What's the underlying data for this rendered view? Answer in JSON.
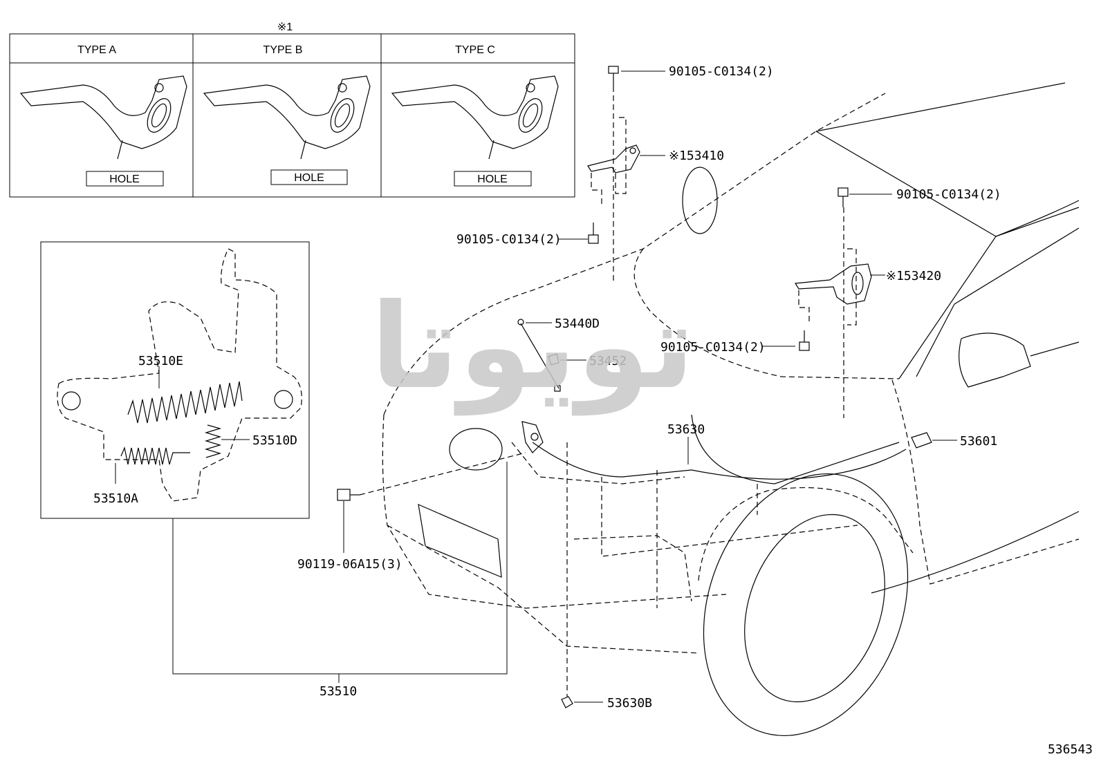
{
  "types": {
    "note_mark": "※1",
    "columns": [
      {
        "header": "TYPE A",
        "hole_label": "HOLE"
      },
      {
        "header": "TYPE B",
        "hole_label": "HOLE"
      },
      {
        "header": "TYPE C",
        "hole_label": "HOLE"
      }
    ]
  },
  "latch_detail": {
    "labels": {
      "spring_e": "53510E",
      "spring_d": "53510D",
      "spring_a": "53510A"
    }
  },
  "parts": {
    "bolt_hinge_left_top": "90105-C0134(2)",
    "hinge_left": "※153410",
    "bolt_hinge_left_bottom": "90105-C0134(2)",
    "bolt_hinge_right_top": "90105-C0134(2)",
    "hinge_right": "※153420",
    "bolt_hinge_right_bottom": "90105-C0134(2)",
    "support_rod": "53440D",
    "rod_holder": "53452",
    "release_cable": "53630",
    "release_lever": "53601",
    "bolt_latch": "90119-06A15(3)",
    "latch_assy": "53510",
    "cable_clamp": "53630B"
  },
  "watermark": "تویوتا",
  "diagram_id": "536543",
  "colors": {
    "ink": "#000000",
    "watermark": "#c8c8c8",
    "background": "#ffffff"
  }
}
